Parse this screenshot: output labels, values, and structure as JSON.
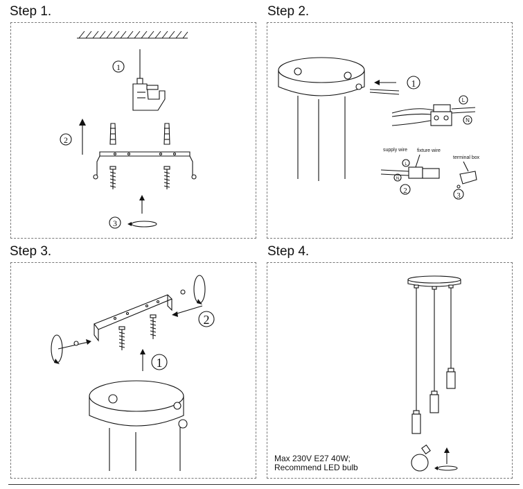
{
  "steps": [
    {
      "title": "Step 1."
    },
    {
      "title": "Step 2."
    },
    {
      "title": "Step 3."
    },
    {
      "title": "Step 4."
    }
  ],
  "step1": {
    "callouts": [
      "1",
      "2",
      "3"
    ]
  },
  "step2": {
    "callouts": [
      "1",
      "2",
      "3"
    ],
    "line_markers": {
      "live": "L",
      "neutral": "N"
    },
    "labels": {
      "supply_wire": "supply wire",
      "fixture_wire": "fixture wire",
      "terminal_box": "terminal box"
    }
  },
  "step3": {
    "callouts": [
      "1",
      "2"
    ]
  },
  "step4": {
    "note_line1": "Max 230V E27 40W;",
    "note_line2": "Recommend LED bulb"
  }
}
